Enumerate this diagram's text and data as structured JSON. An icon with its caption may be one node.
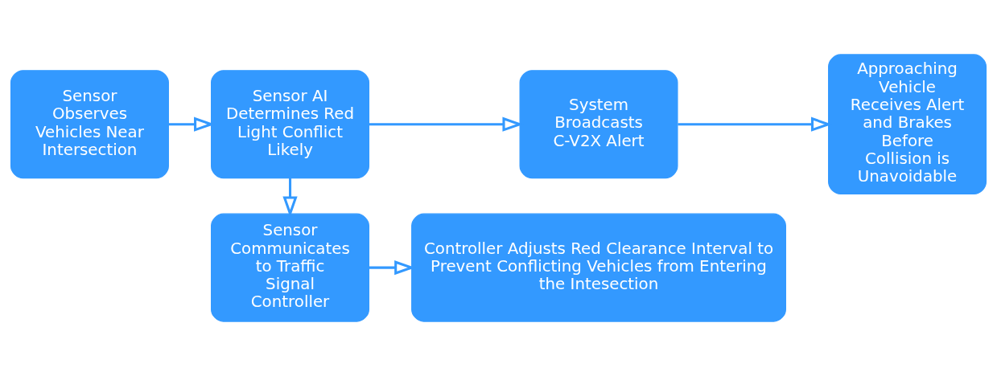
{
  "diagram": {
    "nodes": [
      {
        "text": [
          "Sensor Observes Vehicles Near Intersection"
        ]
      },
      {
        "text": [
          "Sensor AI Determines Red Light Conflict Likely"
        ]
      },
      {
        "text": [
          "System Broadcasts C-V2X Alert"
        ]
      },
      {
        "text": [
          "Approaching Vehicle Receives Alert and Brakes Before Collision is Unavoidable"
        ]
      },
      {
        "text": [
          "Sensor Communicates to Traffic Signal Controller"
        ]
      },
      {
        "text": [
          "Controller Adjusts Red Clearance Interval to Prevent Conflicting Vehicles from Entering the Intesection"
        ]
      }
    ],
    "edges": [
      {
        "from": 0,
        "to": 1,
        "arrow": "to"
      },
      {
        "from": 1,
        "to": 2,
        "arrow": "to"
      },
      {
        "from": 2,
        "to": 3,
        "arrow": "to"
      },
      {
        "from": 1,
        "to": 4,
        "arrow": "to"
      },
      {
        "from": 4,
        "to": 5,
        "arrow": "to"
      }
    ]
  }
}
